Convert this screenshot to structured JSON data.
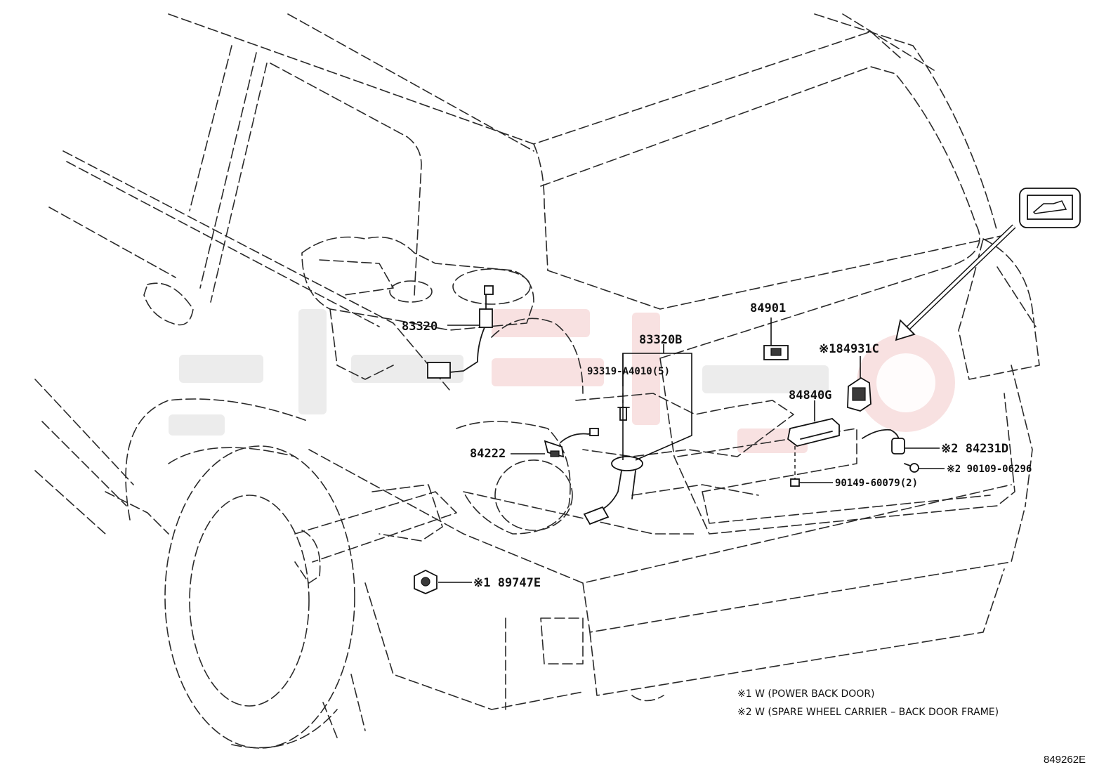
{
  "labels": {
    "p83320": "83320",
    "p83320B": "83320B",
    "p93319": "93319-A4010(5)",
    "p84901": "84901",
    "p84931C": "※184931C",
    "p84840G": "84840G",
    "p84222": "84222",
    "p84231D": "※2 84231D",
    "p90109": "※2 90109-06296",
    "p90149": "90149-60079(2)",
    "p89747E": "※1 89747E"
  },
  "notes": {
    "note1": "※1  W (POWER BACK DOOR)",
    "note2": "※2  W (SPARE WHEEL CARRIER – BACK DOOR FRAME)"
  },
  "diagram_id": "849262E",
  "icon": {
    "name": "back-door-open-icon"
  },
  "watermark": {
    "colors": [
      "#f2c9c9",
      "#dddddd"
    ]
  }
}
